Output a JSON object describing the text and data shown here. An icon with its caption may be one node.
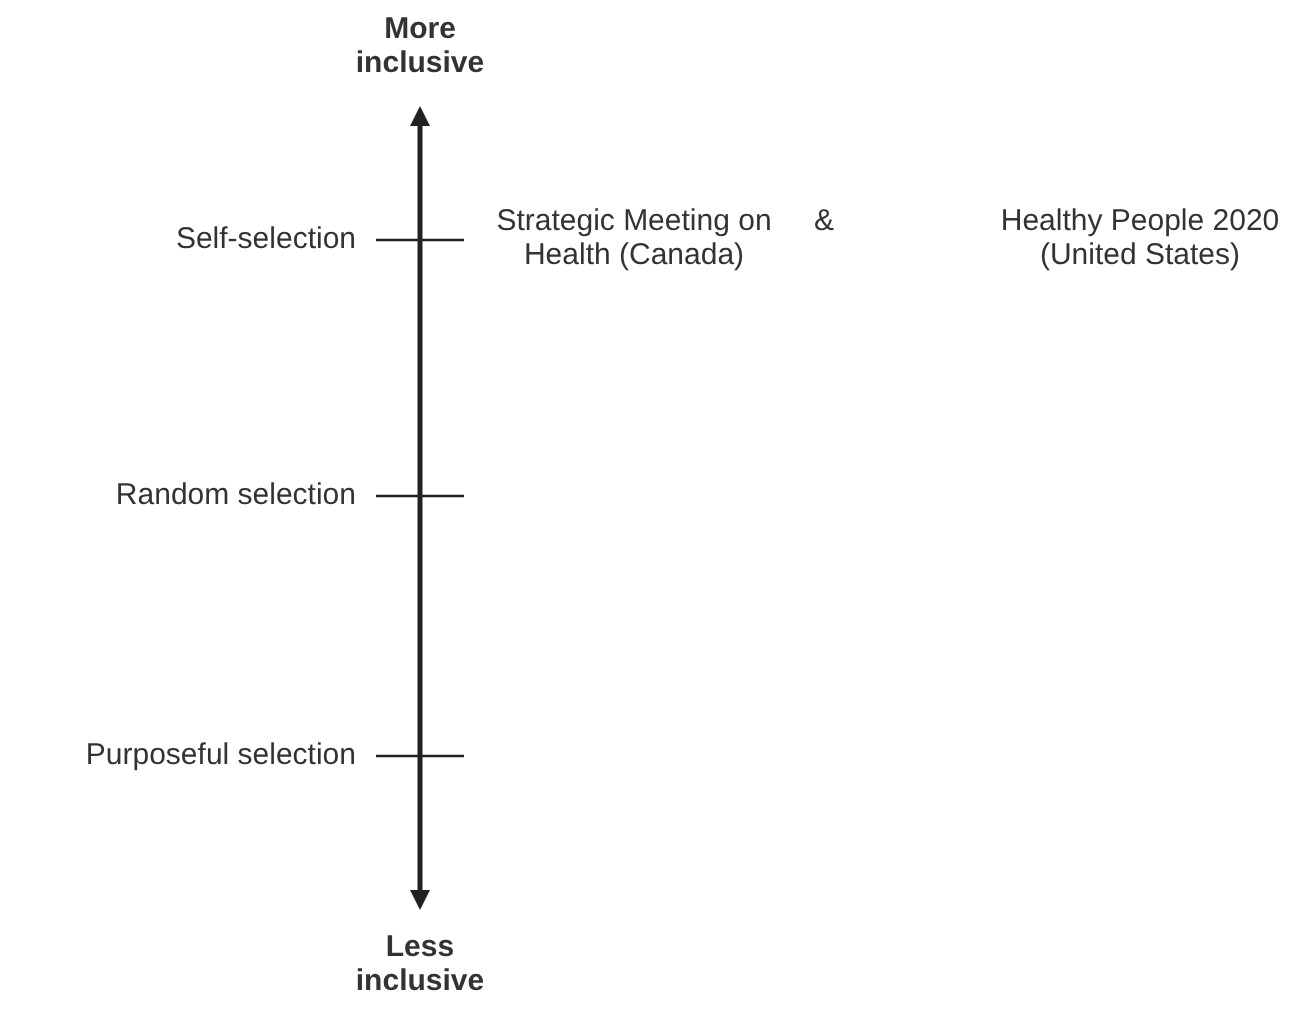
{
  "diagram": {
    "labels": [
      "More inclusive",
      "Self-selection",
      "Strategic Meeting on Health (Canada)",
      "&",
      "Healthy People 2020 (United States)",
      "Random selection",
      "Purposeful selection",
      "Less inclusive"
    ]
  }
}
